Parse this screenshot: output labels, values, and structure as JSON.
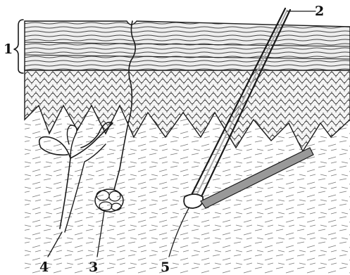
{
  "figure": {
    "labels": [
      {
        "id": "layer-1",
        "text": "1"
      },
      {
        "id": "hair-2",
        "text": "2"
      },
      {
        "id": "gland-3",
        "text": "3"
      },
      {
        "id": "gland-4",
        "text": "4"
      },
      {
        "id": "bulb-5",
        "text": "5"
      }
    ]
  }
}
